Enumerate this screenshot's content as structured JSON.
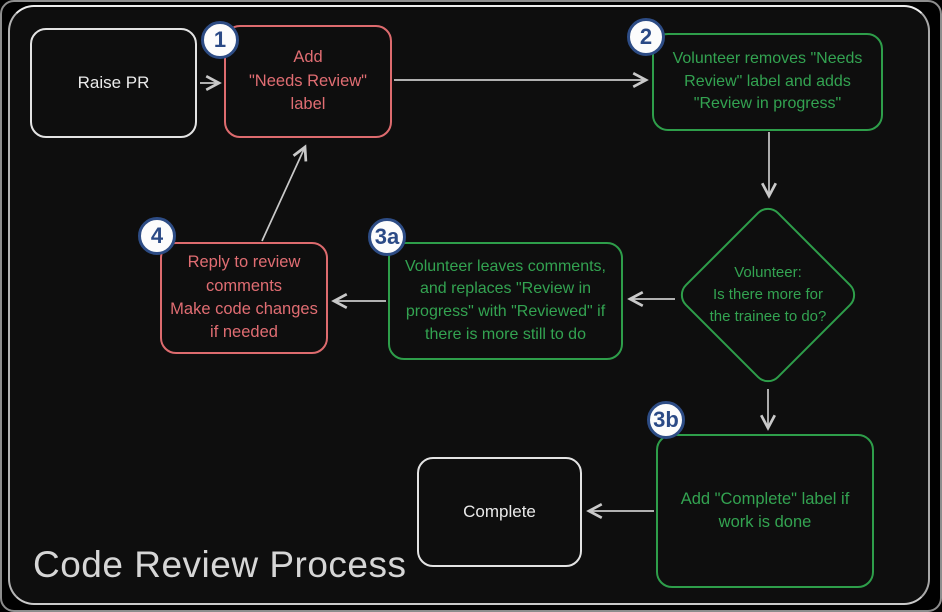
{
  "title": "Code Review Process",
  "colors": {
    "red": "#dd6b6e",
    "green": "#2e9e4a",
    "badge_blue": "#2d4c85",
    "arrow_gray": "#c9c9c9",
    "neutral_border": "#e3e3e3",
    "background": "#0e0e0e"
  },
  "nodes": {
    "raise_pr": {
      "label": "Raise PR"
    },
    "step1": {
      "badge": "1",
      "label": "Add\n\"Needs Review\"\nlabel"
    },
    "step2": {
      "badge": "2",
      "label": "Volunteer removes \"Needs\nReview\" label and adds\n\"Review in progress\""
    },
    "decision": {
      "label": "Volunteer:\nIs there more for\nthe trainee to do?"
    },
    "step3a": {
      "badge": "3a",
      "label": "Volunteer leaves comments,\nand replaces \"Review in\nprogress\" with \"Reviewed\" if\nthere is more still to do"
    },
    "step4": {
      "badge": "4",
      "label": "Reply to review\ncomments\nMake code changes\nif needed"
    },
    "step3b": {
      "badge": "3b",
      "label": "Add \"Complete\" label if\nwork is done"
    },
    "complete": {
      "label": "Complete"
    }
  }
}
